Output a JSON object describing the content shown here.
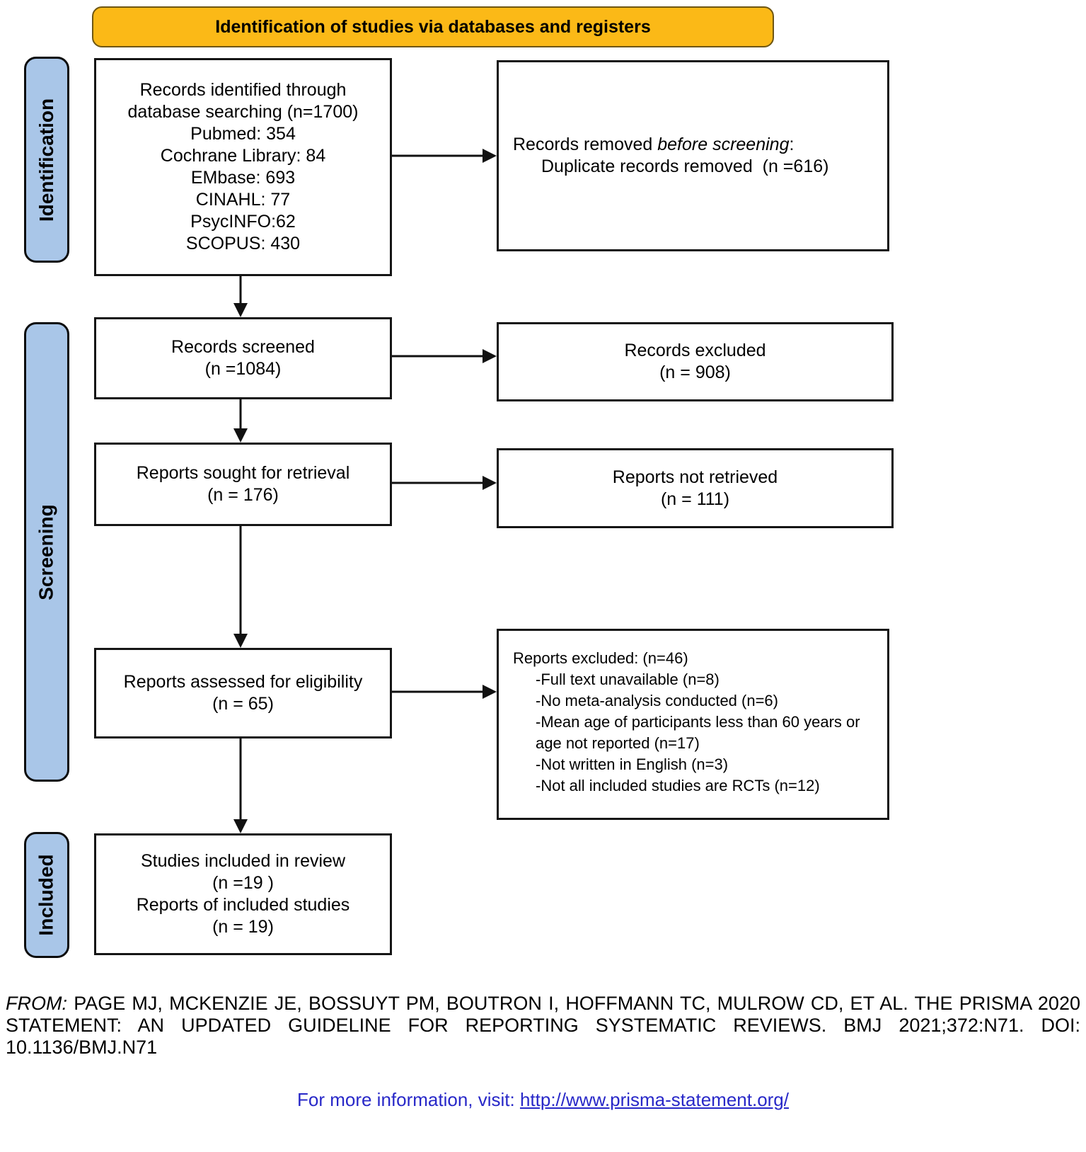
{
  "banner": {
    "title": "Identification of studies via databases and registers"
  },
  "colors": {
    "banner_bg": "#FBB917",
    "stage_bg": "#A9C6E8",
    "link_blue": "#2828C8",
    "box_border": "#151515"
  },
  "sidebar": {
    "stages": [
      {
        "label": "Identification"
      },
      {
        "label": "Screening"
      },
      {
        "label": "Included"
      }
    ]
  },
  "flow": {
    "identified": {
      "lines": [
        "Records identified through",
        "database searching (n=1700)",
        "Pubmed: 354",
        "Cochrane Library: 84",
        "EMbase: 693",
        "CINAHL: 77",
        "PsycINFO:62",
        "SCOPUS: 430"
      ]
    },
    "removed": {
      "line1_prefix": "Records removed ",
      "line1_italic": "before screening",
      "line1_suffix": ":",
      "line2": "Duplicate records removed  (n =616)"
    },
    "screened": {
      "lines": [
        "Records screened",
        "(n =1084)"
      ]
    },
    "excluded": {
      "lines": [
        "Records excluded",
        "(n = 908)"
      ]
    },
    "sought": {
      "lines": [
        "Reports sought for retrieval",
        "(n = 176)"
      ]
    },
    "not_retrieved": {
      "lines": [
        "Reports not retrieved",
        "(n = 111)"
      ]
    },
    "assessed": {
      "lines": [
        "Reports assessed for eligibility",
        "(n = 65)"
      ]
    },
    "reports_excluded": {
      "header": "Reports excluded: (n=46)",
      "reasons": [
        "-Full text unavailable (n=8)",
        "-No meta-analysis conducted (n=6)",
        "-Mean age of participants less than 60 years or age not reported (n=17)",
        "-Not written in English (n=3)",
        "-Not all included studies are RCTs (n=12)"
      ]
    },
    "included": {
      "lines": [
        "Studies included in review",
        "(n =19 )",
        "Reports of included studies",
        "(n = 19)"
      ]
    }
  },
  "footer": {
    "citation_prefix": "FROM:",
    "citation_text": " PAGE MJ, MCKENZIE JE, BOSSUYT PM, BOUTRON I, HOFFMANN TC, MULROW CD, ET AL. THE PRISMA 2020 STATEMENT: AN UPDATED GUIDELINE FOR REPORTING SYSTEMATIC REVIEWS. BMJ 2021;372:N71. DOI: 10.1136/BMJ.N71",
    "info_text": "For more information, visit: ",
    "info_link": "http://www.prisma-statement.org/"
  }
}
